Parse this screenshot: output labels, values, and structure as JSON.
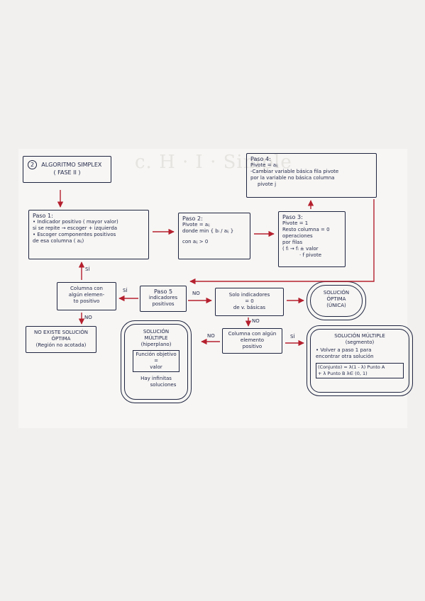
{
  "title": {
    "number": "2",
    "line1": "ALGORITMO SIMPLEX",
    "line2": "( FASE II )"
  },
  "watermark": "c. H · I · Simple",
  "paso1": {
    "heading": "Paso 1:",
    "lines": [
      "• Indicador positivo ( mayor valor)",
      "si se repite → escoger + izquierda",
      "• Escoger componentes positivos",
      "de esa columna ( aᵢⱼ)"
    ]
  },
  "paso2": {
    "heading": "Paso 2:",
    "lines": [
      "Pivote = aᵢⱼ",
      "donde min { bᵢ / aᵢⱼ }",
      "con aᵢⱼ > 0"
    ]
  },
  "paso3": {
    "heading": "Paso 3:",
    "lines": [
      "Pivote = 1",
      "Resto columna = 0",
      "operaciones",
      "por filas",
      "( fᵢ → fᵢ ± valor",
      "· f pivote"
    ]
  },
  "paso4": {
    "heading": "Paso 4:",
    "lines": [
      "Pivote = aᵢⱼ",
      "-Cambiar variable básica fila pivote",
      "por la variable no básica columna",
      "pivote j"
    ]
  },
  "paso5": {
    "lines": [
      "Paso 5",
      "indicadores",
      "positivos"
    ]
  },
  "check_column": {
    "lines": [
      "Columna con",
      "algún elemen-",
      "to positivo"
    ]
  },
  "no_solution": {
    "lines": [
      "NO EXISTE SOLUCIÓN",
      "ÓPTIMA",
      "(Región no acotada)"
    ]
  },
  "zero_indicators": {
    "lines": [
      "Solo indicadores",
      "= 0",
      "de v. básicas"
    ]
  },
  "optimal_unique": {
    "lines": [
      "SOLUCIÓN",
      "ÓPTIMA",
      "(ÚNICA)"
    ]
  },
  "null_column": {
    "lines": [
      "Columna con algún",
      "elemento",
      "positivo"
    ]
  },
  "multi_hyperplane": {
    "lines": [
      "SOLUCIÓN",
      "MÚLTIPLE",
      "(hiperplano)"
    ],
    "inner": [
      "Función objetivo",
      "=",
      "valor"
    ],
    "footer": [
      "Hay infinitas",
      "soluciones"
    ]
  },
  "multi_segment": {
    "lines": [
      "SOLUCIÓN MÚLTIPLE",
      "(segmento)",
      "• Volver a paso 1 para",
      "encontrar otra solución"
    ],
    "formula": [
      "(Conjunto) = λ(1 - λ) Punto A",
      "+ λ Punto B λ∈ (0, 1)"
    ]
  },
  "labels": {
    "si_up": "SÍ",
    "si_left": "SÍ",
    "no_right": "NO",
    "no_down_left": "NO",
    "no_down_right": "NO",
    "no_left": "NO",
    "si_right": "SÍ"
  },
  "colors": {
    "ink": "#1f2540",
    "arrow": "#b5202e",
    "paper": "#f7f6f4"
  }
}
